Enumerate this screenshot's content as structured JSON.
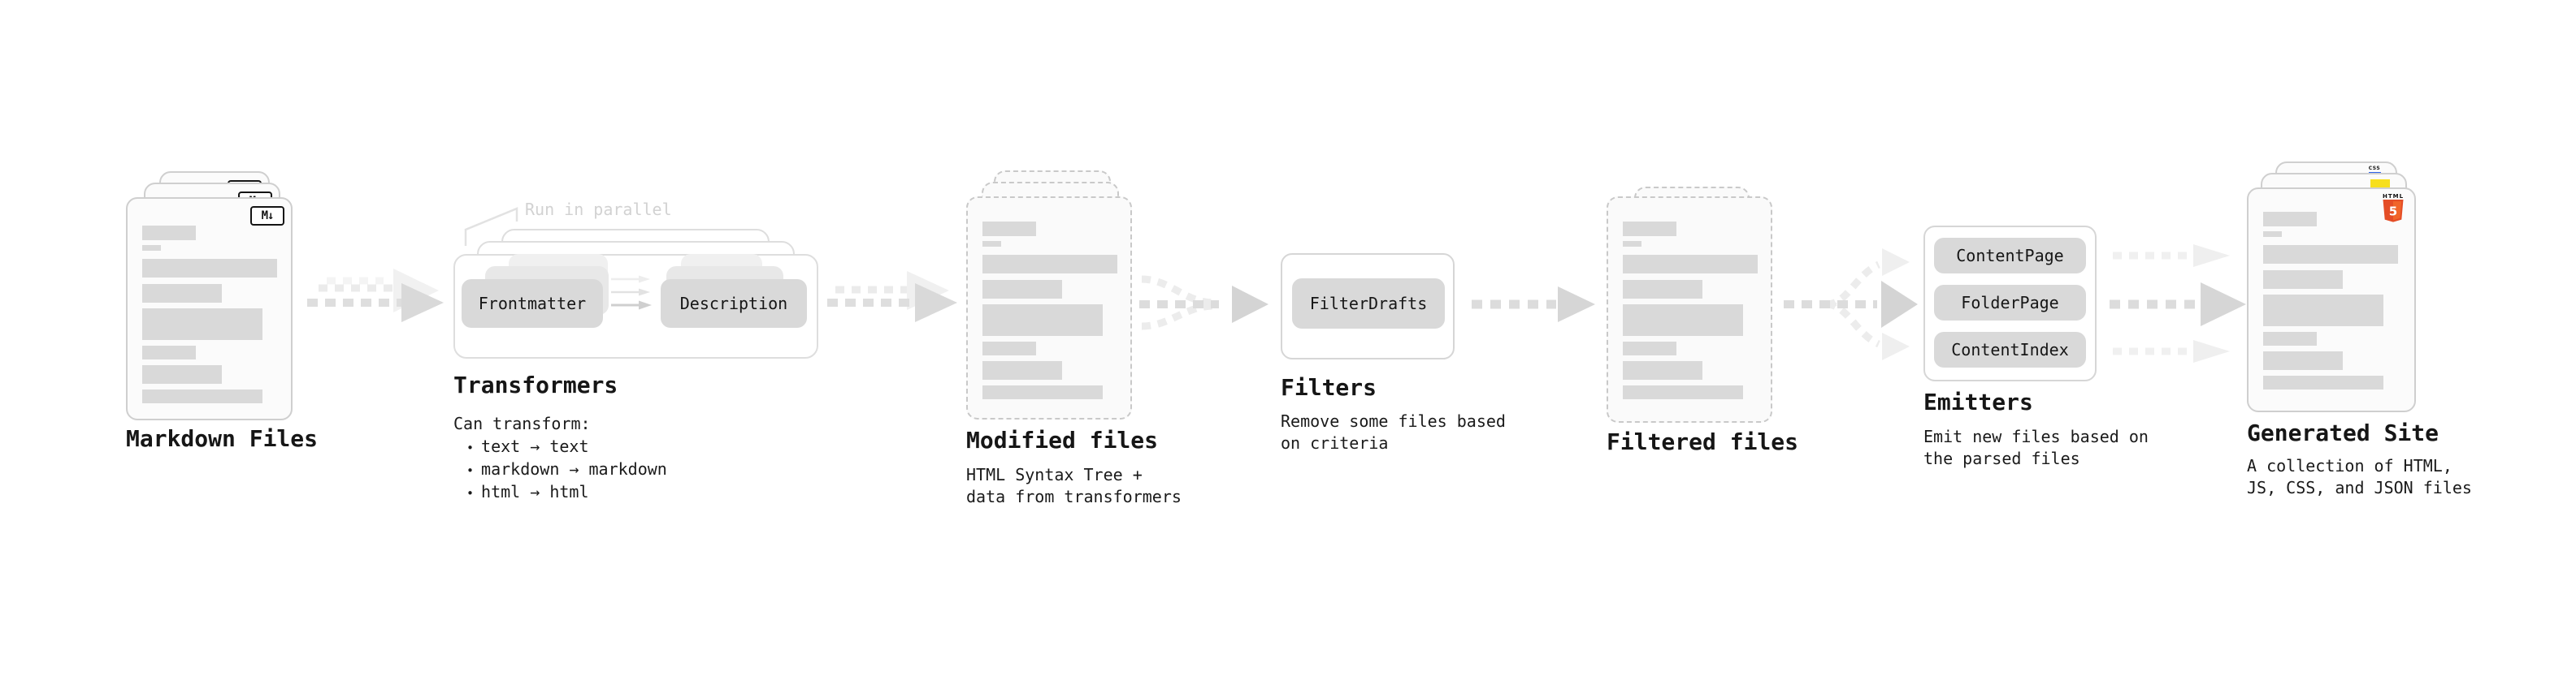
{
  "diagram": {
    "markdown": {
      "title": "Markdown Files",
      "icon": "M↓"
    },
    "transformers": {
      "title": "Transformers",
      "note": "Run in parallel",
      "frontmatter": "Frontmatter",
      "description": "Description",
      "heading": "Can transform:",
      "bullet_char": "•",
      "bullets": [
        "text → text",
        "markdown → markdown",
        "html → html"
      ]
    },
    "modified": {
      "title": "Modified files",
      "sub1": "HTML Syntax Tree +",
      "sub2": "data from transformers"
    },
    "filters": {
      "title": "Filters",
      "button": "FilterDrafts",
      "sub1": "Remove some files based",
      "sub2": "on criteria"
    },
    "filtered": {
      "title": "Filtered files"
    },
    "emitters": {
      "title": "Emitters",
      "b1": "ContentPage",
      "b2": "FolderPage",
      "b3": "ContentIndex",
      "sub1": "Emit new files based on",
      "sub2": "the parsed files"
    },
    "generated": {
      "title": "Generated Site",
      "sub1": "A collection of HTML,",
      "sub2": "JS, CSS, and JSON files",
      "css_label": "CSS",
      "html_label": "HTML",
      "html_five": "5"
    }
  },
  "colors": {
    "html5_orange": "#e44d26",
    "html5_orange_light": "#f16529",
    "js_yellow": "#f7df1e",
    "css_blue": "#2d62ea",
    "button_gray": "#d9d9d9",
    "bar_gray": "#d9d9d9"
  },
  "doc_bars": [
    [
      66,
      18,
      0
    ],
    [
      23,
      7,
      6
    ],
    [
      166,
      23,
      10
    ],
    [
      98,
      23,
      8
    ],
    [
      148,
      39,
      7
    ],
    [
      66,
      17,
      7
    ],
    [
      98,
      23,
      7
    ],
    [
      148,
      17,
      7
    ]
  ]
}
